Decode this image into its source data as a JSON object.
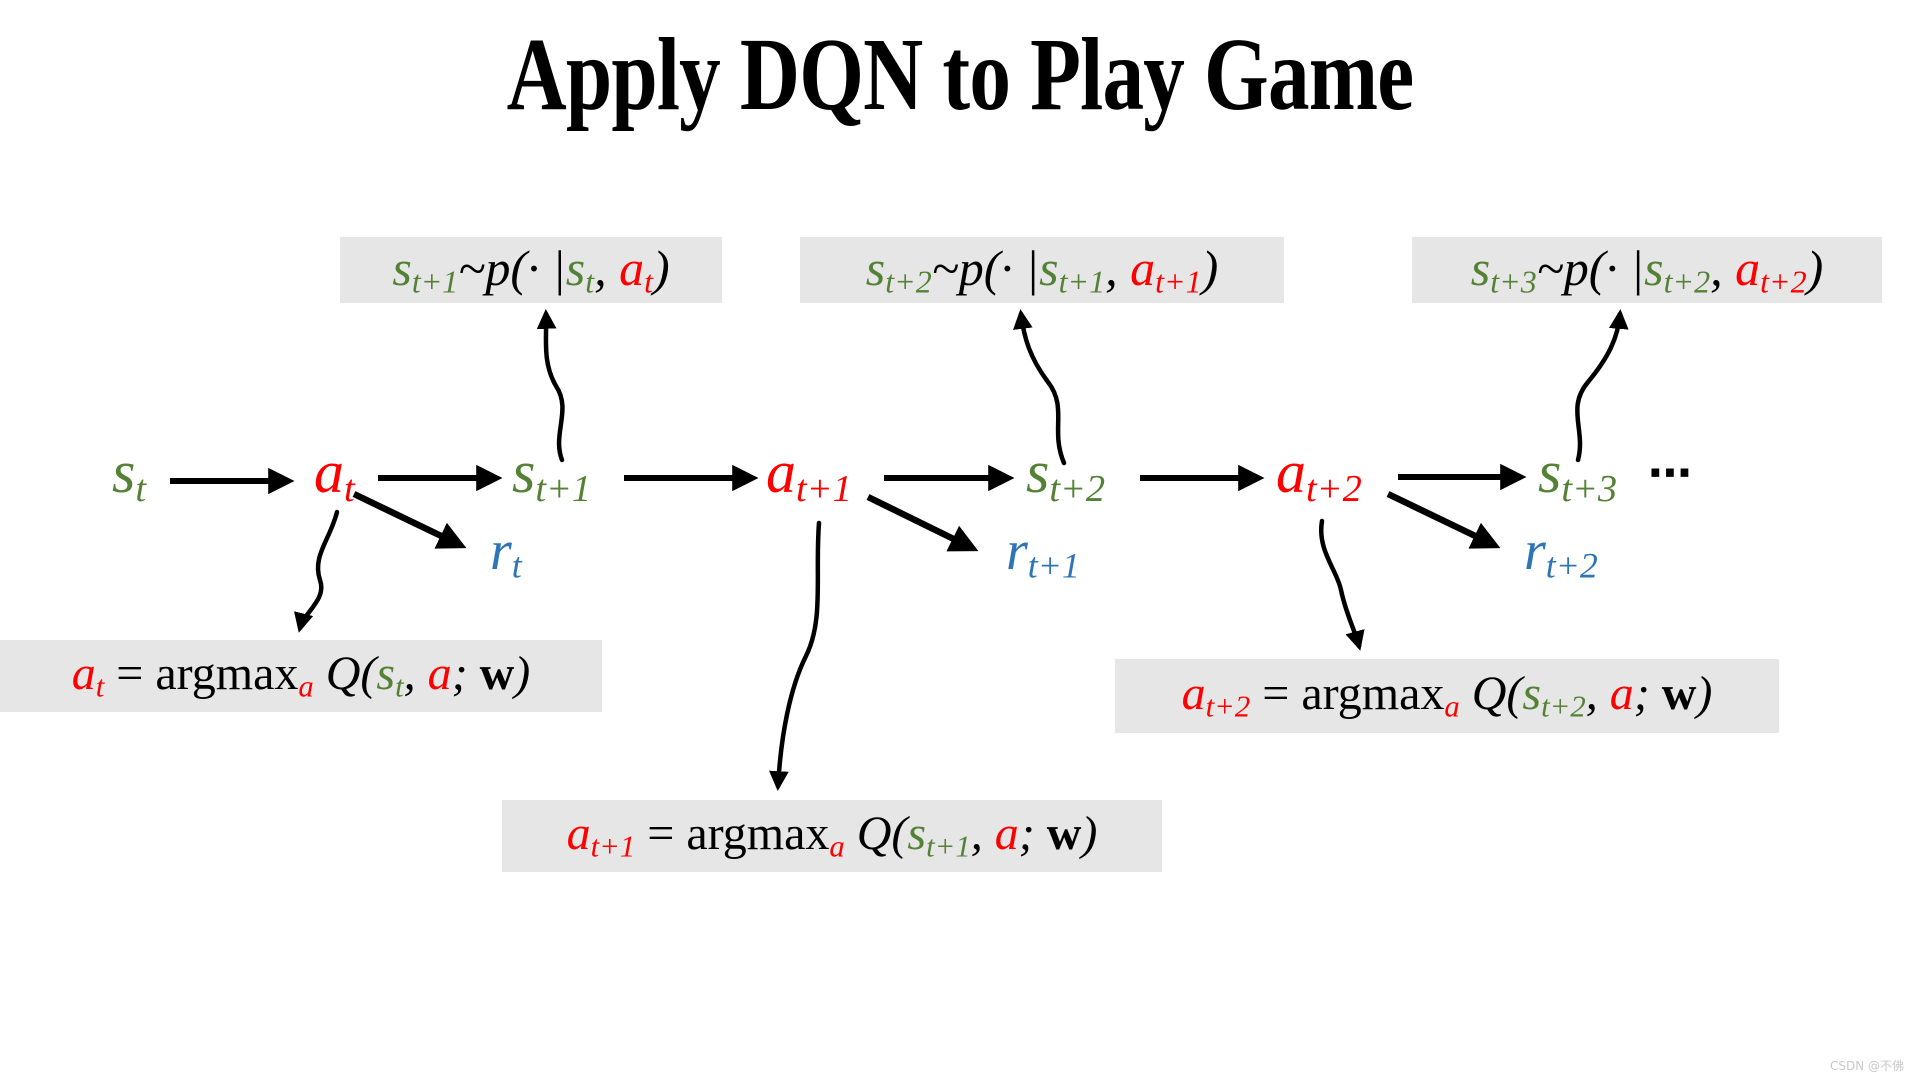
{
  "title": "Apply DQN to Play Game",
  "watermark": "CSDN @不佛",
  "ellipsis": "⋯",
  "colors": {
    "state_green": "#538135",
    "action_red": "#ff0000",
    "reward_blue": "#2e75b6",
    "formula_box_bg": "#e7e6e6",
    "arrow_black": "#000000"
  },
  "nodes": {
    "s_t": [
      {
        "t": "s",
        "c": "state"
      },
      {
        "t": "t",
        "c": "state",
        "sub": true
      }
    ],
    "a_t": [
      {
        "t": "a",
        "c": "action"
      },
      {
        "t": "t",
        "c": "action",
        "sub": true
      }
    ],
    "s_t1": [
      {
        "t": "s",
        "c": "state"
      },
      {
        "t": "t+1",
        "c": "state",
        "sub": true
      }
    ],
    "a_t1": [
      {
        "t": "a",
        "c": "action"
      },
      {
        "t": "t+1",
        "c": "action",
        "sub": true
      }
    ],
    "s_t2": [
      {
        "t": "s",
        "c": "state"
      },
      {
        "t": "t+2",
        "c": "state",
        "sub": true
      }
    ],
    "a_t2": [
      {
        "t": "a",
        "c": "action"
      },
      {
        "t": "t+2",
        "c": "action",
        "sub": true
      }
    ],
    "s_t3": [
      {
        "t": "s",
        "c": "state"
      },
      {
        "t": "t+3",
        "c": "state",
        "sub": true
      }
    ],
    "r_t": [
      {
        "t": "r",
        "c": "reward"
      },
      {
        "t": "t",
        "c": "reward",
        "sub": true
      }
    ],
    "r_t1": [
      {
        "t": "r",
        "c": "reward"
      },
      {
        "t": "t+1",
        "c": "reward",
        "sub": true
      }
    ],
    "r_t2": [
      {
        "t": "r",
        "c": "reward"
      },
      {
        "t": "t+2",
        "c": "reward",
        "sub": true
      }
    ]
  },
  "transition_boxes": [
    {
      "segments": [
        {
          "t": "s",
          "c": "state"
        },
        {
          "t": "t+1",
          "c": "state",
          "sub": true
        },
        {
          "t": "~p(· |",
          "c": "plain"
        },
        {
          "t": "s",
          "c": "state"
        },
        {
          "t": "t",
          "c": "state",
          "sub": true
        },
        {
          "t": ", ",
          "c": "plain"
        },
        {
          "t": "a",
          "c": "action"
        },
        {
          "t": "t",
          "c": "action",
          "sub": true
        },
        {
          "t": ")",
          "c": "plain"
        }
      ]
    },
    {
      "segments": [
        {
          "t": "s",
          "c": "state"
        },
        {
          "t": "t+2",
          "c": "state",
          "sub": true
        },
        {
          "t": "~p(· |",
          "c": "plain"
        },
        {
          "t": "s",
          "c": "state"
        },
        {
          "t": "t+1",
          "c": "state",
          "sub": true
        },
        {
          "t": ", ",
          "c": "plain"
        },
        {
          "t": "a",
          "c": "action"
        },
        {
          "t": "t+1",
          "c": "action",
          "sub": true
        },
        {
          "t": ")",
          "c": "plain"
        }
      ]
    },
    {
      "segments": [
        {
          "t": "s",
          "c": "state"
        },
        {
          "t": "t+3",
          "c": "state",
          "sub": true
        },
        {
          "t": "~p(· |",
          "c": "plain"
        },
        {
          "t": "s",
          "c": "state"
        },
        {
          "t": "t+2",
          "c": "state",
          "sub": true
        },
        {
          "t": ", ",
          "c": "plain"
        },
        {
          "t": "a",
          "c": "action"
        },
        {
          "t": "t+2",
          "c": "action",
          "sub": true
        },
        {
          "t": ")",
          "c": "plain"
        }
      ]
    }
  ],
  "policy_boxes": [
    {
      "segments": [
        {
          "t": "a",
          "c": "action"
        },
        {
          "t": "t",
          "c": "action",
          "sub": true
        },
        {
          "t": " = ",
          "c": "rm"
        },
        {
          "t": "argmax",
          "c": "rm"
        },
        {
          "t": "a",
          "c": "action",
          "sub": true
        },
        {
          "t": " Q(",
          "c": "plain"
        },
        {
          "t": "s",
          "c": "state"
        },
        {
          "t": "t",
          "c": "state",
          "sub": true
        },
        {
          "t": ", ",
          "c": "plain"
        },
        {
          "t": "a",
          "c": "action"
        },
        {
          "t": "; ",
          "c": "plain"
        },
        {
          "t": "w",
          "c": "boldrm"
        },
        {
          "t": ")",
          "c": "plain"
        }
      ]
    },
    {
      "segments": [
        {
          "t": "a",
          "c": "action"
        },
        {
          "t": "t+1",
          "c": "action",
          "sub": true
        },
        {
          "t": " = ",
          "c": "rm"
        },
        {
          "t": "argmax",
          "c": "rm"
        },
        {
          "t": "a",
          "c": "action",
          "sub": true
        },
        {
          "t": " Q(",
          "c": "plain"
        },
        {
          "t": "s",
          "c": "state"
        },
        {
          "t": "t+1",
          "c": "state",
          "sub": true
        },
        {
          "t": ", ",
          "c": "plain"
        },
        {
          "t": "a",
          "c": "action"
        },
        {
          "t": "; ",
          "c": "plain"
        },
        {
          "t": "w",
          "c": "boldrm"
        },
        {
          "t": ")",
          "c": "plain"
        }
      ]
    },
    {
      "segments": [
        {
          "t": "a",
          "c": "action"
        },
        {
          "t": "t+2",
          "c": "action",
          "sub": true
        },
        {
          "t": " = ",
          "c": "rm"
        },
        {
          "t": "argmax",
          "c": "rm"
        },
        {
          "t": "a",
          "c": "action",
          "sub": true
        },
        {
          "t": " Q(",
          "c": "plain"
        },
        {
          "t": "s",
          "c": "state"
        },
        {
          "t": "t+2",
          "c": "state",
          "sub": true
        },
        {
          "t": ", ",
          "c": "plain"
        },
        {
          "t": "a",
          "c": "action"
        },
        {
          "t": "; ",
          "c": "plain"
        },
        {
          "t": "w",
          "c": "boldrm"
        },
        {
          "t": ")",
          "c": "plain"
        }
      ]
    }
  ]
}
